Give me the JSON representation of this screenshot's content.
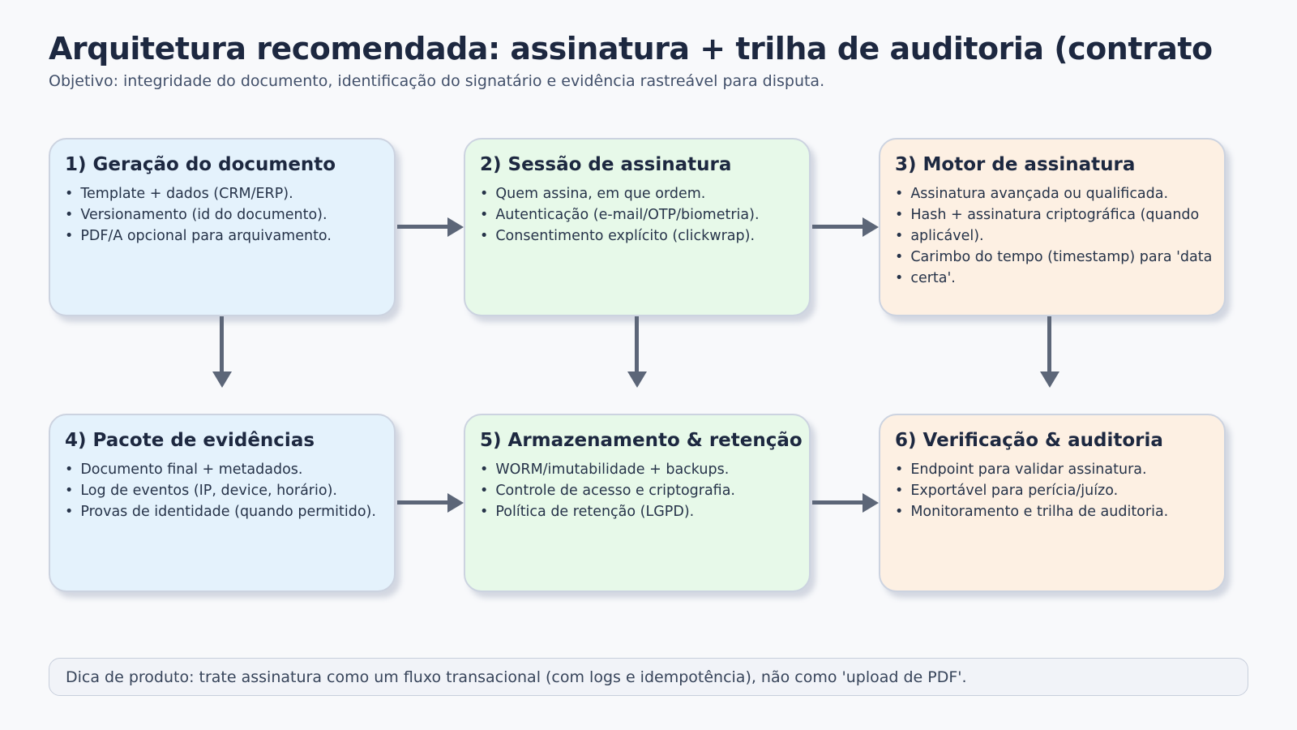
{
  "header": {
    "title": "Arquitetura recomendada: assinatura + trilha de auditoria (contrato",
    "subtitle": "Objetivo: integridade do documento, identificação do signatário e evidência rastreável para disputa."
  },
  "bullet": "•",
  "boxes": [
    {
      "title": "1) Geração do documento",
      "lines": [
        "Template + dados (CRM/ERP).",
        "Versionamento (id do documento).",
        "PDF/A opcional para arquivamento."
      ]
    },
    {
      "title": "2) Sessão de assinatura",
      "lines": [
        "Quem assina, em que ordem.",
        "Autenticação (e-mail/OTP/biometria).",
        "Consentimento explícito (clickwrap)."
      ]
    },
    {
      "title": "3) Motor de assinatura",
      "lines": [
        "Assinatura avançada ou qualificada.",
        "Hash + assinatura criptográfica (quando",
        "aplicável).",
        "Carimbo do tempo (timestamp) para 'data",
        "certa'."
      ]
    },
    {
      "title": "4) Pacote de evidências",
      "lines": [
        "Documento final + metadados.",
        "Log de eventos (IP, device, horário).",
        "Provas de identidade (quando permitido)."
      ]
    },
    {
      "title": "5) Armazenamento & retenção",
      "lines": [
        "WORM/imutabilidade + backups.",
        "Controle de acesso e criptografia.",
        "Política de retenção (LGPD)."
      ]
    },
    {
      "title": "6) Verificação & auditoria",
      "lines": [
        "Endpoint para validar assinatura.",
        "Exportável para perícia/juízo.",
        "Monitoramento e trilha de auditoria."
      ]
    }
  ],
  "note": {
    "text": "Dica de produto: trate assinatura como um fluxo transacional (com logs e idempotência), não como 'upload de PDF'."
  },
  "colors": {
    "page_background": "#f8f9fb",
    "box_blue": "#e4f2fc",
    "box_green": "#e7f9e9",
    "box_peach": "#fdf0e3",
    "box_border": "#ccd3e0",
    "arrow": "#5c6678",
    "title_text": "#1d2840",
    "body_text": "#263349"
  }
}
